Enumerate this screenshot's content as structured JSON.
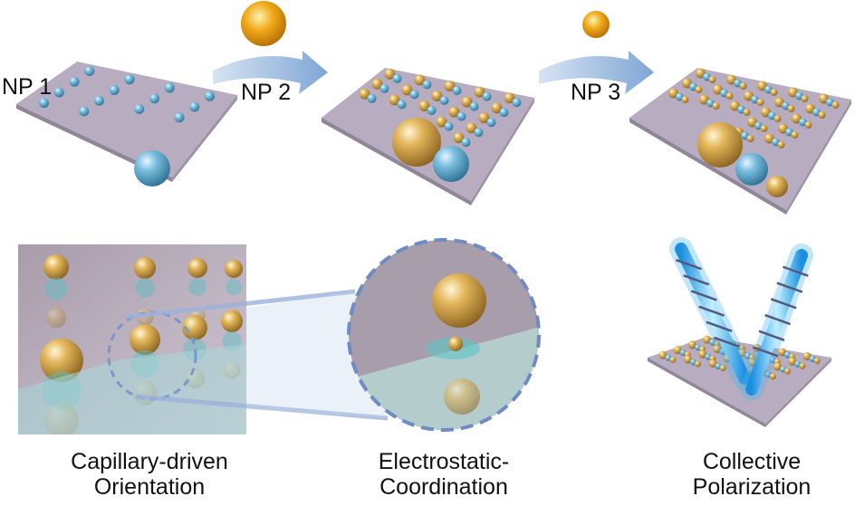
{
  "labels": {
    "np1": "NP 1",
    "np2": "NP 2",
    "np3": "NP 3"
  },
  "captions": {
    "capillary_line1": "Capillary-driven",
    "capillary_line2": "Orientation",
    "electro_line1": "Electrostatic-",
    "electro_line2": "Coordination",
    "collective_line1": "Collective",
    "collective_line2": "Polarization"
  },
  "colors": {
    "substrate": "#b7acc0",
    "substrate_edge": "#8f869a",
    "blue_np": "#4f9fc6",
    "gold_np": "#c99a3a",
    "arrow": "#8db0d8",
    "light_beam": "#4fb7f2",
    "zoom_ring": "#6f8bc4"
  }
}
